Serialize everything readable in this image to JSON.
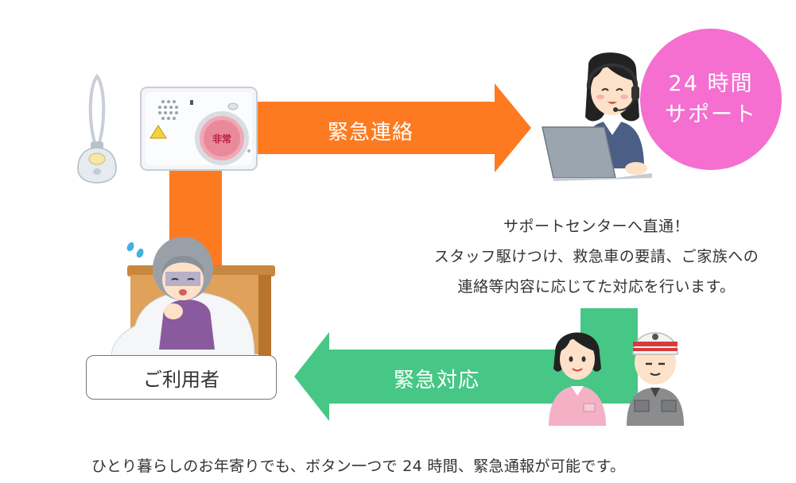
{
  "arrows": {
    "emergency_contact": "緊急連絡",
    "emergency_response": "緊急対応"
  },
  "support_badge": {
    "line1": "24 時間",
    "line2": "サポート"
  },
  "device": {
    "button_label": "非常"
  },
  "description": {
    "line1": "サポートセンターへ直通！",
    "line2": "スタッフ駆けつけ、救急車の要請、ご家族への",
    "line3": "連絡等内容に応じてた対応を行います。"
  },
  "user_label": "ご利用者",
  "footer": "ひとり暮らしのお年寄りでも、ボタン一つで 24 時間、緊急通報が可能です。",
  "colors": {
    "orange_arrow": "#fd7a21",
    "green_arrow": "#47c785",
    "pink_badge": "#f46fcf"
  }
}
